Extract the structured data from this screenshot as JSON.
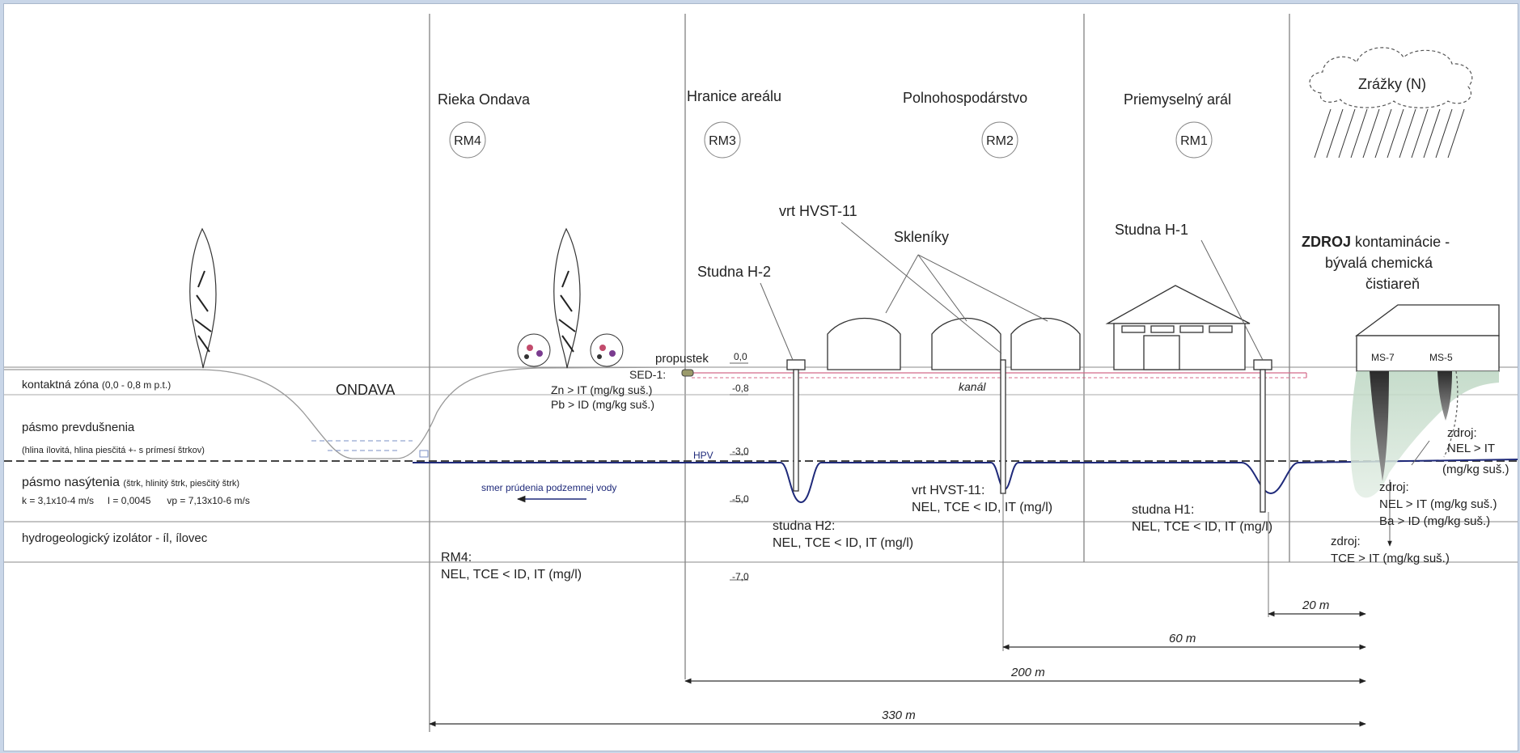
{
  "zones": {
    "rieka": "Rieka Ondava",
    "hranice": "Hranice areálu",
    "polno": "Polnohospodárstvo",
    "priem": "Priemyselný arál",
    "zrazky": "Zrážky (N)"
  },
  "rm": {
    "rm4": "RM4",
    "rm3": "RM3",
    "rm2": "RM2",
    "rm1": "RM1"
  },
  "objects": {
    "vrt": "vrt HVST-11",
    "sklen": "Skleníky",
    "studna_h1": "Studna H-1",
    "studna_h2": "Studna H-2",
    "zdroj_bold": "ZDROJ",
    "zdroj_rest": " kontaminácie -",
    "zdroj_l2": "bývalá chemická",
    "zdroj_l3": "čistiareň",
    "propustek": "propustek",
    "kanal": "kanál",
    "ondava": "ONDAVA",
    "ms7": "MS-7",
    "ms5": "MS-5"
  },
  "layers": {
    "kontakt_main": "kontaktná zóna ",
    "kontakt_small": "(0,0 - 0,8 m p.t.)",
    "prevd": "pásmo prevdušnenia",
    "prevd_sub": "(hlina ílovitá, hlina piesčitá +- s prímesí štrkov)",
    "nasyt_main": "pásmo nasýtenia ",
    "nasyt_small": "(štrk, hlinitý štrk, piesčitý štrk)",
    "params": "k = 3,1x10-4 m/s     I = 0,0045      vp = 7,13x10-6 m/s",
    "izolator": "hydrogeologický izolátor - íl, ílovec",
    "smer": "smer prúdenia podzemnej vody",
    "hpv": "HPV"
  },
  "depths": {
    "d0": "0,0",
    "d08": "-0,8",
    "d3": "-3,0",
    "d5": "-5,0",
    "d7": "-7,0"
  },
  "results": {
    "sed1": "SED-1:",
    "zn": "Zn > IT (mg/kg suš.)",
    "pb": "Pb > ID (mg/kg suš.)",
    "rm4_l1": "RM4:",
    "rm4_l2": "NEL, TCE < ID, IT (mg/l)",
    "h2_l1": "studna H2:",
    "h2_l2": "NEL, TCE < ID, IT (mg/l)",
    "vrt_l1": "vrt HVST-11:",
    "vrt_l2": "NEL, TCE < ID, IT (mg/l)",
    "h1_l1": "studna H1:",
    "h1_l2": "NEL, TCE < ID, IT (mg/l)",
    "z1_l1": "zdroj:",
    "z1_l2": "NEL > IT",
    "z1_l3": "(mg/kg suš.)",
    "z2_l1": "zdroj:",
    "z2_l2": "NEL > IT (mg/kg suš.)",
    "z2_l3": "Ba > ID (mg/kg suš.)",
    "z3_l1": "zdroj:",
    "z3_l2": "TCE > IT (mg/kg suš.)"
  },
  "distances": {
    "d20": "20 m",
    "d60": "60 m",
    "d200": "200 m",
    "d330": "330 m"
  },
  "colors": {
    "water": "#1f2a7a",
    "canal": "#d46a8a",
    "plume": "#cfe3d3",
    "frame_bg": "#c9d6e8"
  }
}
